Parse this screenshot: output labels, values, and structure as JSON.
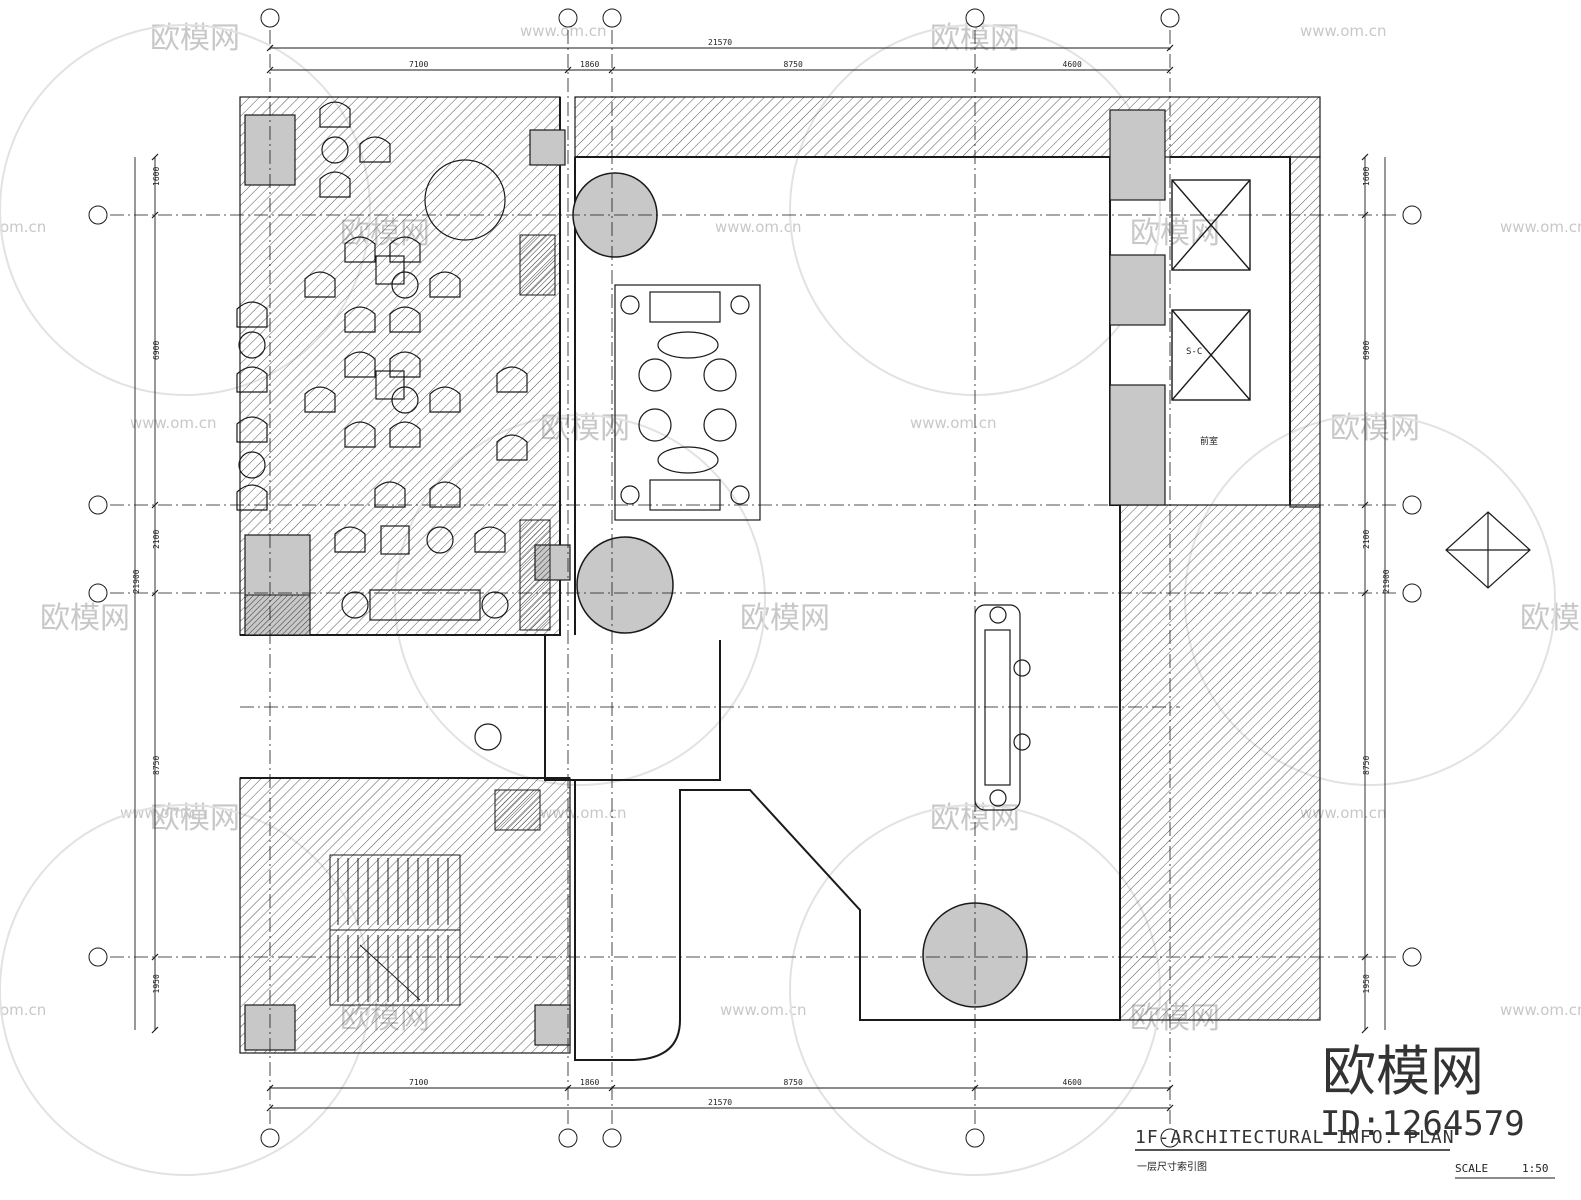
{
  "drawing": {
    "title": "1F-ARCHITECTURAL INFO. PLAN",
    "subtitle": "一层尺寸索引图",
    "scale_label": "SCALE",
    "scale_value": "1:50"
  },
  "brand": {
    "name": "欧模网",
    "id_label": "ID:1264579"
  },
  "watermark": {
    "text": "欧模网",
    "url": "www.om.cn",
    "url_short": "om.cn"
  },
  "dimensions": {
    "top_total": "21570",
    "top_segments": [
      "7100",
      "1860",
      "8750",
      "4600"
    ],
    "bottom_total": "21570",
    "bottom_segments": [
      "7100",
      "1860",
      "8750",
      "4600"
    ],
    "left_total": "21900",
    "left_segments": [
      "1600",
      "6900",
      "2100",
      "8750",
      "1950"
    ],
    "right_total": "21900",
    "right_segments": [
      "1600",
      "6900",
      "2100",
      "8750",
      "1950"
    ]
  },
  "labels": {
    "elevator": "S-C",
    "room": "前室"
  },
  "colors": {
    "line": "#1a1a1a",
    "fill_gray": "#c8c8c8",
    "hatch": "#555555",
    "watermark": "#c8c8c8"
  }
}
